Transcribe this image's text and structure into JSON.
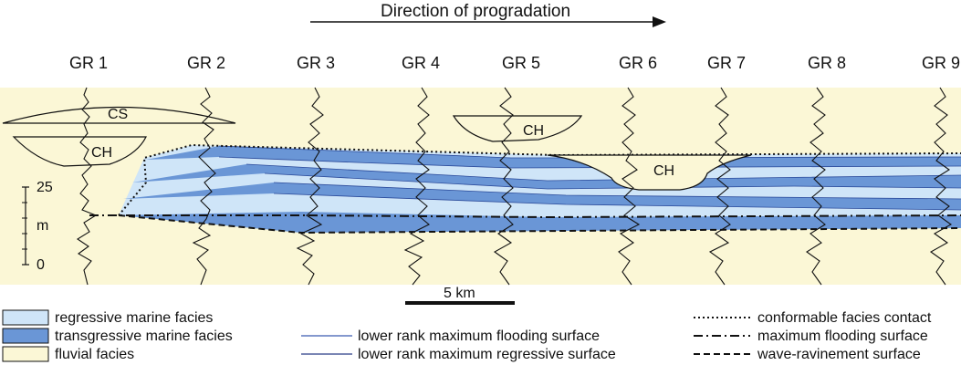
{
  "header": {
    "direction_label": "Direction of progradation"
  },
  "wells": [
    "GR 1",
    "GR 2",
    "GR 3",
    "GR 4",
    "GR 5",
    "GR 6",
    "GR 7",
    "GR 8",
    "GR 9"
  ],
  "channels": {
    "cs_label": "CS",
    "ch_label": "CH"
  },
  "scale": {
    "vertical_ticks": [
      "25",
      "m",
      "0"
    ],
    "horizontal_label": "5 km"
  },
  "legend": {
    "facies": [
      {
        "label": "regressive marine facies",
        "color": "#cfe5f8"
      },
      {
        "label": "transgressive marine facies",
        "color": "#6a96d6"
      },
      {
        "label": "fluvial facies",
        "color": "#fbf7d6"
      }
    ],
    "surfaces_mid": [
      {
        "label": "lower rank maximum flooding surface",
        "color": "#3a5bb0"
      },
      {
        "label": "lower rank maximum regressive surface",
        "color": "#2a3f88"
      }
    ],
    "surfaces_right": [
      {
        "label": "conformable facies contact",
        "style": "dotted"
      },
      {
        "label": "maximum flooding surface",
        "style": "dash-dot"
      },
      {
        "label": "wave-ravinement surface",
        "style": "dashed"
      }
    ]
  }
}
